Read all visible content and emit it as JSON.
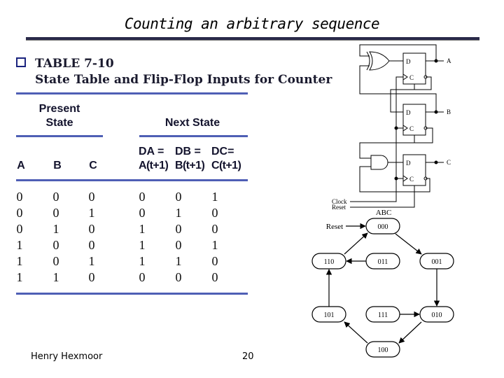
{
  "slide": {
    "title": "Counting an arbitrary sequence",
    "footer_author": "Henry Hexmoor",
    "page_number": "20"
  },
  "table": {
    "caption_line1": "TABLE 7-10",
    "caption_line2": "State Table and Flip-Flop Inputs for Counter",
    "present_state_label_1": "Present",
    "present_state_label_2": "State",
    "next_state_label": "Next State",
    "col_headers": {
      "a": "A",
      "b": "B",
      "c": "C",
      "da_top": "DA =",
      "db_top": "DB =",
      "dc_top": "DC=",
      "da_bottom": "A(t+1)",
      "db_bottom": "B(t+1)",
      "dc_bottom": "C(t+1)"
    },
    "rows": [
      [
        "0",
        "0",
        "0",
        "0",
        "0",
        "1"
      ],
      [
        "0",
        "0",
        "1",
        "0",
        "1",
        "0"
      ],
      [
        "0",
        "1",
        "0",
        "1",
        "0",
        "0"
      ],
      [
        "1",
        "0",
        "0",
        "1",
        "0",
        "1"
      ],
      [
        "1",
        "0",
        "1",
        "1",
        "1",
        "0"
      ],
      [
        "1",
        "1",
        "0",
        "0",
        "0",
        "0"
      ]
    ]
  },
  "circuit": {
    "ff_d": "D",
    "ff_c": "C",
    "out_a": "A",
    "out_b": "B",
    "out_c": "C",
    "clock_label": "Clock",
    "reset_label": "Reset"
  },
  "state_diagram": {
    "header": "ABC",
    "reset_label": "Reset",
    "states": {
      "s000": "000",
      "s001": "001",
      "s010": "010",
      "s100": "100",
      "s101": "101",
      "s110": "110",
      "s011": "011",
      "s111": "111"
    }
  }
}
